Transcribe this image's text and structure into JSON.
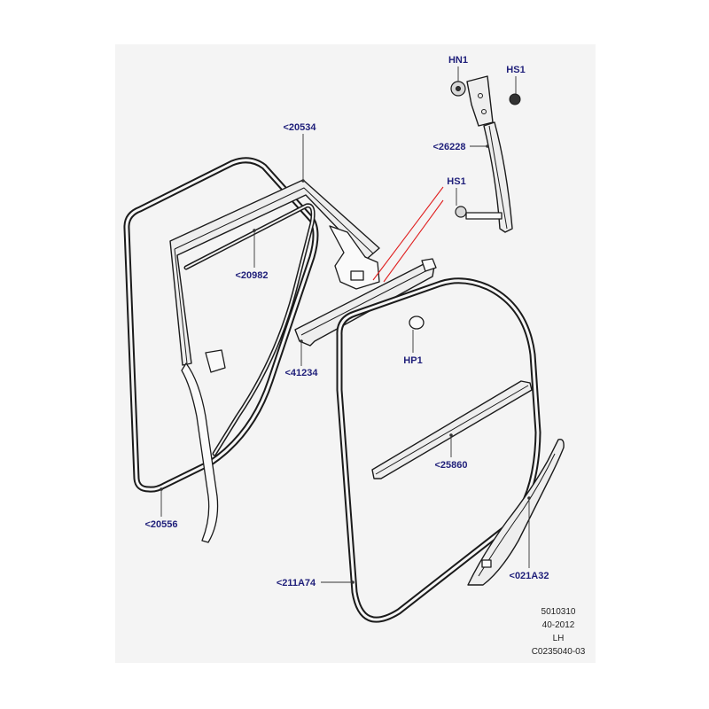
{
  "callouts": {
    "hn1": "HN1",
    "hs1_top": "HS1",
    "p20534": "<20534",
    "p26228": "<26228",
    "hs1_lower": "HS1",
    "p20982": "<20982",
    "hp1": "HP1",
    "p41234": "<41234",
    "p25860": "<25860",
    "p20556": "<20556",
    "p211a74": "<211A74",
    "p021a32": "<021A32"
  },
  "footer": {
    "ref": "5010310",
    "date": "40-2012",
    "side": "LH",
    "code": "C0235040-03"
  },
  "colors": {
    "callout_text": "#1f1f7a",
    "leader": "#333333",
    "highlight": "#e02020",
    "panel": "#f4f4f4"
  }
}
